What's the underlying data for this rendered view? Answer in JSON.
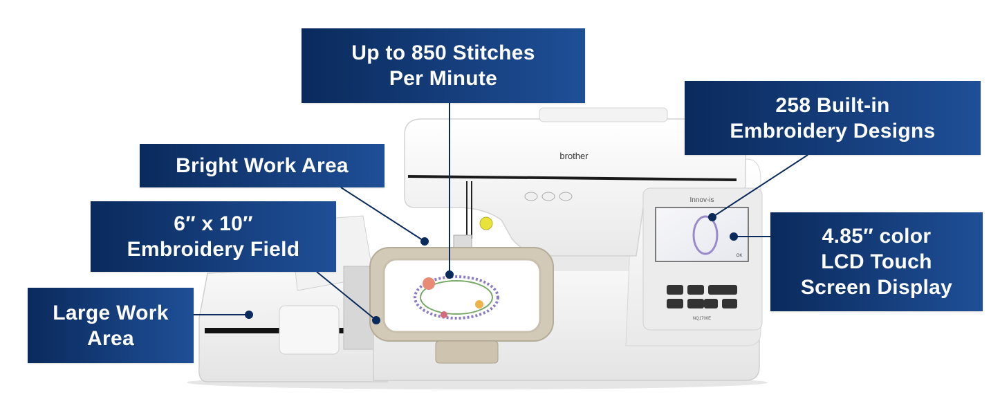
{
  "colors": {
    "callout_dark": "#0a2a5c",
    "callout_light": "#1f4f97",
    "pointer": "#0a2a5c",
    "machine_body": "#f4f4f4"
  },
  "machine": {
    "brand": "brother",
    "model_line": "Innov-is",
    "model_number": "NQ1700E",
    "lcd_ok": "OK"
  },
  "callouts": {
    "speed": {
      "line1": "Up to 850 Stitches",
      "line2": "Per Minute"
    },
    "designs": {
      "line1": "258 Built-in",
      "line2": "Embroidery Designs"
    },
    "bright": {
      "line1": "Bright Work Area"
    },
    "field": {
      "line1": "6″ x 10″",
      "line2": "Embroidery Field"
    },
    "large": {
      "line1": "Large Work",
      "line2": "Area"
    },
    "lcd": {
      "line1": "4.85″ color",
      "line2": "LCD Touch",
      "line3": "Screen Display"
    }
  }
}
